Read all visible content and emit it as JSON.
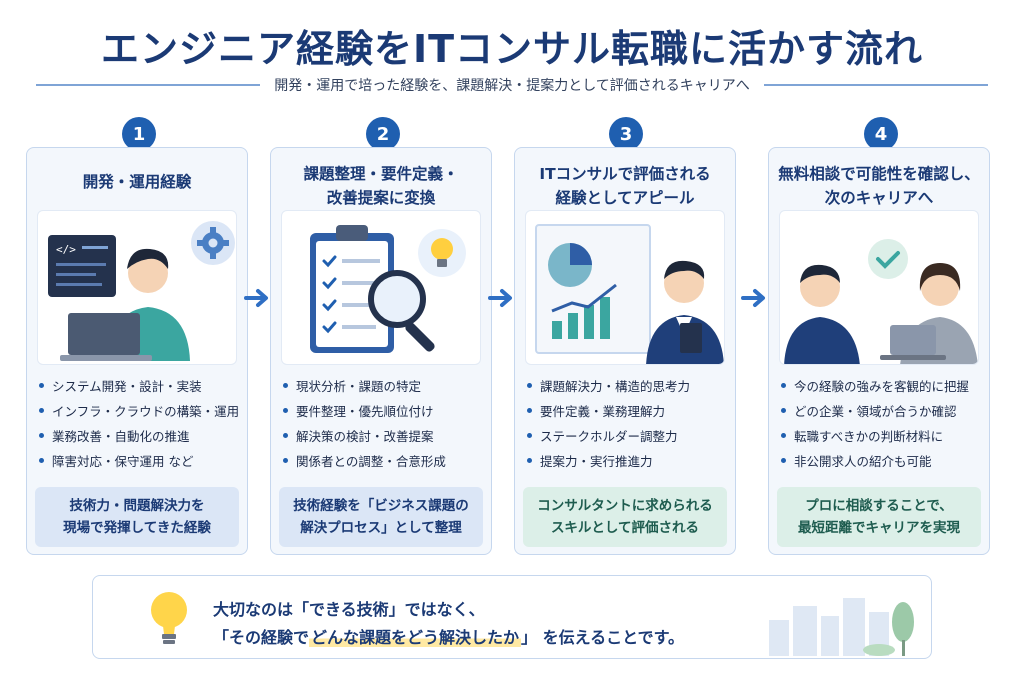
{
  "title": "エンジニア経験をITコンサル転職に活かす流れ",
  "subtitle": "開発・運用で培った経験を、課題解決・提案力として評価されるキャリアへ",
  "steps": [
    {
      "number": "1",
      "title_lines": [
        "開発・運用経験"
      ],
      "bullets": [
        "システム開発・設計・実装",
        "インフラ・クラウドの構築・運用",
        "業務改善・自動化の推進",
        "障害対応・保守運用 など"
      ],
      "summary_lines": [
        "技術力・問題解決力を",
        "現場で発揮してきた経験"
      ]
    },
    {
      "number": "2",
      "title_lines": [
        "課題整理・要件定義・",
        "改善提案に変換"
      ],
      "bullets": [
        "現状分析・課題の特定",
        "要件整理・優先順位付け",
        "解決策の検討・改善提案",
        "関係者との調整・合意形成"
      ],
      "summary_lines": [
        "技術経験を「ビジネス課題の",
        "解決プロセス」として整理"
      ]
    },
    {
      "number": "3",
      "title_lines": [
        "ITコンサルで評価される",
        "経験としてアピール"
      ],
      "bullets": [
        "課題解決力・構造的思考力",
        "要件定義・業務理解力",
        "ステークホルダー調整力",
        "提案力・実行推進力"
      ],
      "summary_lines": [
        "コンサルタントに求められる",
        "スキルとして評価される"
      ]
    },
    {
      "number": "4",
      "title_lines": [
        "無料相談で可能性を確認し、",
        "次のキャリアへ"
      ],
      "bullets": [
        "今の経験の強みを客観的に把握",
        "どの企業・領域が合うか確認",
        "転職すべきかの判断材料に",
        "非公開求人の紹介も可能"
      ],
      "summary_lines": [
        "プロに相談することで、",
        "最短距離でキャリアを実現"
      ]
    }
  ],
  "bottom": {
    "line1": "大切なのは「できる技術」ではなく、",
    "line2_prefix": "「その経験で",
    "line2_highlight": "どんな課題をどう解決したか",
    "line2_mid": "」",
    "line2_suffix": " を伝えることです。"
  },
  "illustration_icons": [
    "code-window-icon",
    "gear-icon",
    "laptop-icon",
    "clipboard-checklist-icon",
    "magnifier-icon",
    "lightbulb-icon",
    "pie-chart-icon",
    "bar-chart-icon",
    "check-bubble-icon",
    "city-skyline-icon"
  ],
  "colors": {
    "primary": "#1f5fb0",
    "title": "#1b3a75",
    "card_bg": "#f3f7fc",
    "summary_blue": "#dbe6f6",
    "summary_green": "#dcefe8",
    "highlight": "#ffe9a3"
  }
}
